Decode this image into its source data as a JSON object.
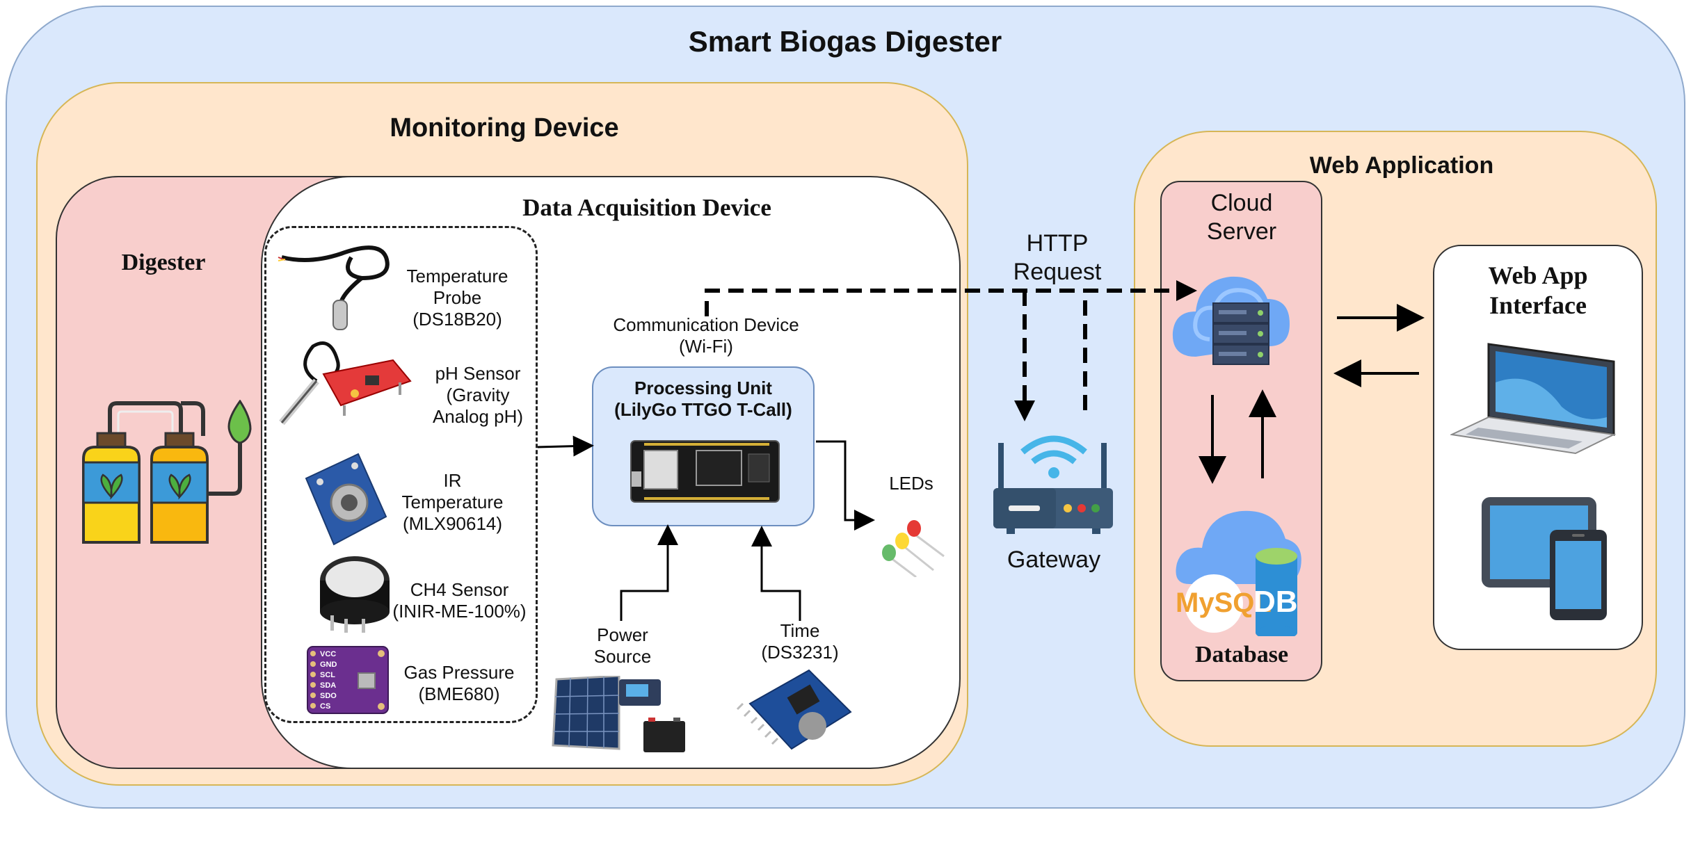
{
  "title": "Smart Biogas Digester",
  "monitoring": {
    "title": "Monitoring Device",
    "digester": "Digester",
    "dad": {
      "title": "Data Acquisition Device",
      "sensors": [
        {
          "name": "Temperature\nProbe\n(DS18B20)"
        },
        {
          "name": "pH Sensor\n(Gravity\nAnalog pH)"
        },
        {
          "name": "IR\nTemperature\n(MLX90614)"
        },
        {
          "name": "CH4 Sensor\n(INIR-ME-100%)"
        },
        {
          "name": "Gas Pressure\n(BME680)"
        }
      ],
      "pressure_pins": [
        "VCC",
        "GND",
        "SCL",
        "SDA",
        "SDO",
        "CS"
      ],
      "comm": "Communication Device\n(Wi-Fi)",
      "processing": "Processing Unit\n(LilyGo TTGO T-Call)",
      "leds": "LEDs",
      "power": "Power\nSource",
      "time": "Time\n(DS3231)"
    }
  },
  "network": {
    "http": "HTTP\nRequest",
    "gateway": "Gateway"
  },
  "web": {
    "title": "Web Application",
    "cloud": "Cloud\nServer",
    "database": "Database",
    "mysql": "MySQL",
    "db": "DB",
    "interface": "Web App\nInterface"
  },
  "colors": {
    "outer_bg": "#dae8fc",
    "orange_bg": "#ffe6cc",
    "pink_bg": "#f8cecc",
    "processing_bg": "#dae8fc",
    "cloud": "#6fa8f5",
    "mysql_orange": "#f0a030",
    "db_blue": "#2d8fd5"
  }
}
